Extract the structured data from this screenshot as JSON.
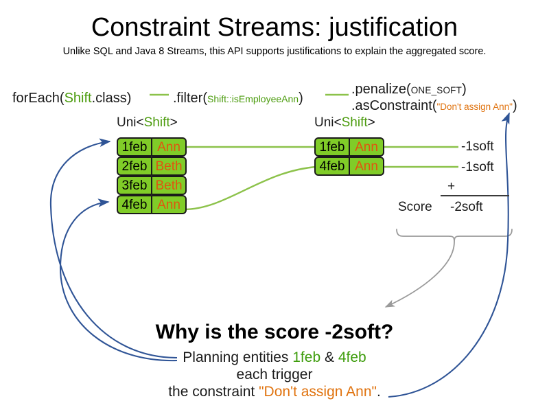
{
  "header": {
    "title": "Constraint Streams: justification",
    "subtitle": "Unlike SQL and Java 8 Streams, this API supports justifications to explain the aggregated score."
  },
  "pipeline": {
    "foreach": {
      "prefix": "forEach(",
      "type": "Shift",
      "suffix": ".class)"
    },
    "filter": {
      "prefix": ".filter(",
      "arg": "Shift::isEmployeeAnn",
      "suffix": ")"
    },
    "penalize": {
      "prefix": ".penalize(",
      "arg": "ONE_SOFT",
      "suffix": ")"
    },
    "as_constraint": {
      "prefix": ".asConstraint(",
      "arg": "\"Don't assign Ann\"",
      "suffix": ")"
    }
  },
  "streams": {
    "left": {
      "type_label_prefix": "Uni<",
      "type_label_generic": "Shift",
      "type_label_suffix": ">",
      "rows": [
        {
          "date": "1feb",
          "employee": "Ann"
        },
        {
          "date": "2feb",
          "employee": "Beth"
        },
        {
          "date": "3feb",
          "employee": "Beth"
        },
        {
          "date": "4feb",
          "employee": "Ann"
        }
      ]
    },
    "right": {
      "type_label_prefix": "Uni<",
      "type_label_generic": "Shift",
      "type_label_suffix": ">",
      "rows": [
        {
          "date": "1feb",
          "employee": "Ann",
          "score": "-1soft"
        },
        {
          "date": "4feb",
          "employee": "Ann",
          "score": "-1soft"
        }
      ]
    }
  },
  "score_summary": {
    "operator": "+",
    "label": "Score",
    "total": "-2soft"
  },
  "explanation": {
    "question": "Why is the score -2soft?",
    "line1_prefix": "Planning entities ",
    "entity_a": "1feb",
    "line1_mid": " & ",
    "entity_b": "4feb",
    "line2": "each trigger",
    "line3_prefix": "the constraint ",
    "constraint_name": "\"Don't assign Ann\"",
    "line3_suffix": "."
  },
  "colors": {
    "entity_green": "#80cc28",
    "type_green": "#4a9b0c",
    "employee_orange": "#e0540f",
    "constraint_orange": "#e0730f",
    "link_green": "#8cc24a",
    "arrow_blue": "#2f5496",
    "brace_gray": "#9a9a9a"
  }
}
